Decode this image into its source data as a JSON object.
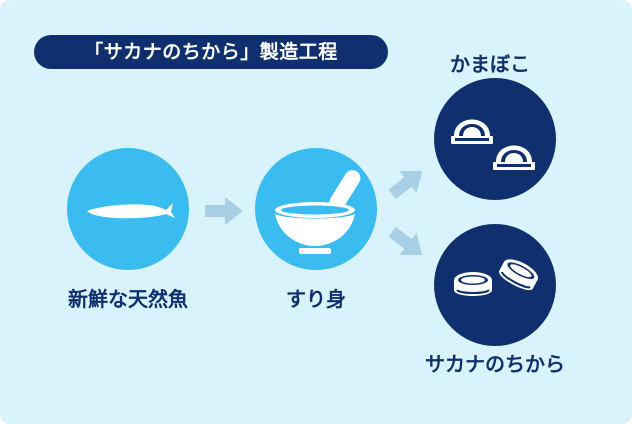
{
  "title": "「サカナのちから」製造工程",
  "steps": {
    "fish": {
      "label": "新鮮な天然魚",
      "icon": "fish-icon"
    },
    "surimi": {
      "label": "すり身",
      "icon": "mortar-pestle-icon"
    },
    "kamaboko": {
      "label": "かまぼこ",
      "icon": "kamaboko-icon"
    },
    "product": {
      "label": "サカナのちから",
      "icon": "round-cakes-icon"
    }
  },
  "colors": {
    "background": "#d9f3fc",
    "light_circle": "#3bbcf0",
    "dark_circle": "#0f2f6e",
    "arrow": "#a9cfe6",
    "text": "#0f2f6e"
  }
}
